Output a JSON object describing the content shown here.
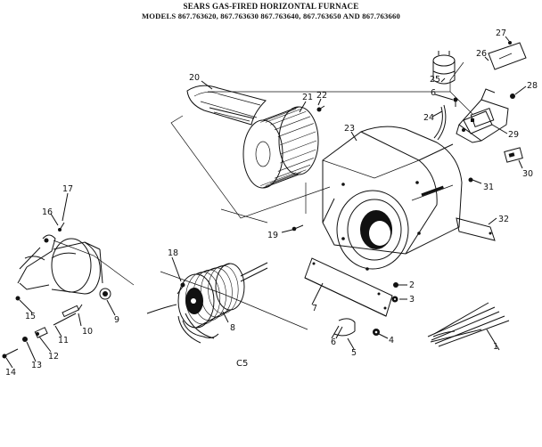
{
  "title": "SEARS GAS-FIRED HORIZONTAL FURNACE",
  "models": "MODELS 867.763620, 867.763630 867.763640, 867.763650 AND 867.763660",
  "caption": "C5",
  "callouts": [
    "1",
    "2",
    "3",
    "4",
    "5",
    "6",
    "6",
    "7",
    "8",
    "9",
    "10",
    "11",
    "12",
    "13",
    "14",
    "15",
    "16",
    "17",
    "18",
    "19",
    "20",
    "21",
    "22",
    "23",
    "24",
    "25",
    "26",
    "27",
    "28",
    "29",
    "30",
    "31",
    "32"
  ]
}
